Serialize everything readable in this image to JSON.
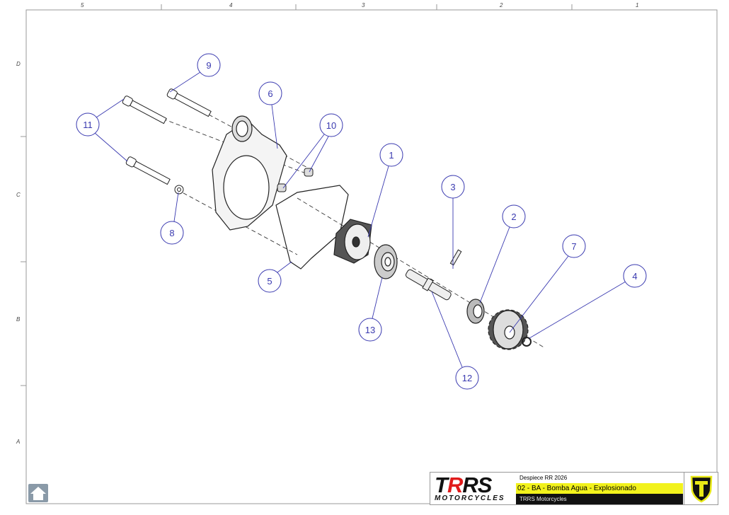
{
  "border": {
    "columns": [
      "5",
      "4",
      "3",
      "2",
      "1"
    ],
    "rows": [
      "D",
      "C",
      "B",
      "A"
    ]
  },
  "balloons": [
    "1",
    "2",
    "3",
    "4",
    "5",
    "6",
    "7",
    "8",
    "9",
    "10",
    "11",
    "12",
    "13"
  ],
  "title_block": {
    "logo_text_main": "TRRS",
    "logo_text_sub": "MOTORCYCLES",
    "project": "Despiece RR 2026",
    "drawing_title": "02 - BA - Bomba Agua - Explosionado",
    "company": "TRRS Motorcycles"
  },
  "colors": {
    "balloon": "#3a3ab0",
    "title_highlight": "#f2f21c",
    "logo_red": "#e01b1b"
  },
  "icons": {
    "home": "home-icon"
  }
}
